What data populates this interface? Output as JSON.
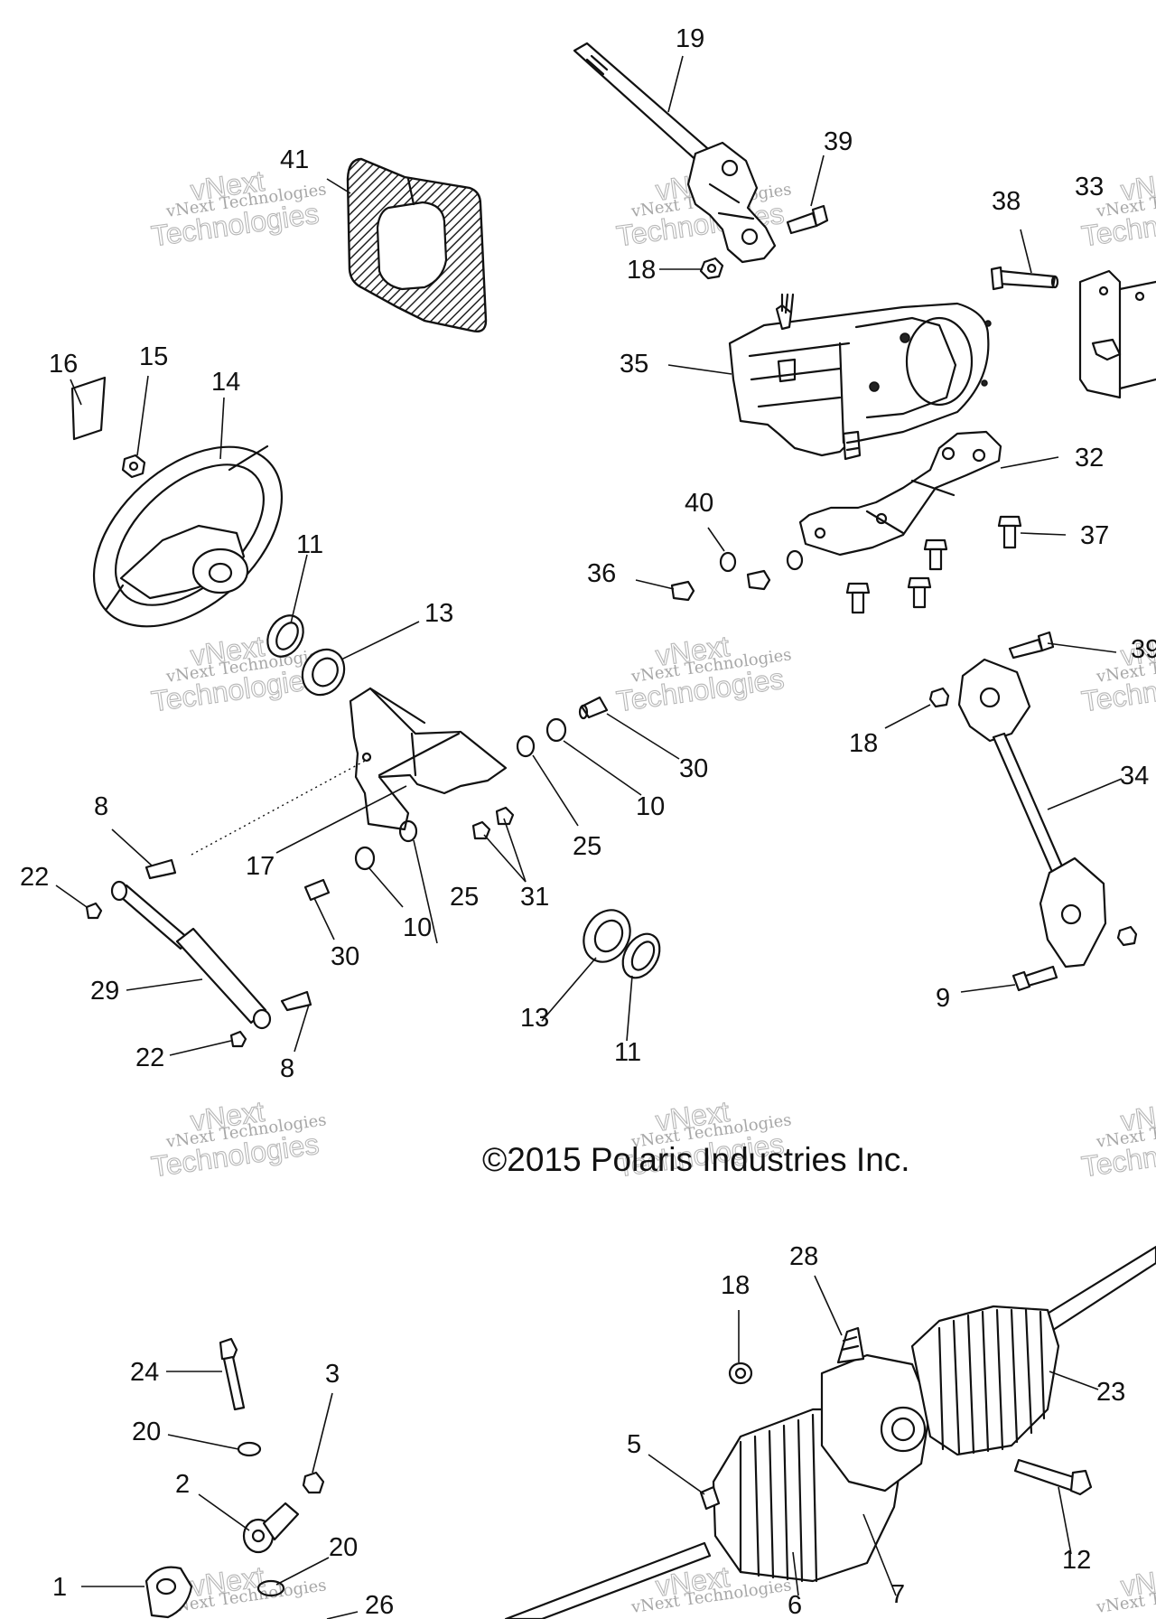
{
  "copyright": "©2015 Polaris Industries Inc.",
  "watermark": {
    "line1": "vNext Technologies",
    "logo_line_a": "vNext",
    "logo_line_b": "Technologies"
  },
  "callouts": {
    "c1": "1",
    "c2": "2",
    "c3": "3",
    "c5": "5",
    "c6": "6",
    "c7": "7",
    "c8a": "8",
    "c8b": "8",
    "c9": "9",
    "c10a": "10",
    "c10b": "10",
    "c11a": "11",
    "c11b": "11",
    "c12": "12",
    "c13a": "13",
    "c13b": "13",
    "c14": "14",
    "c15": "15",
    "c16": "16",
    "c17": "17",
    "c18a": "18",
    "c18b": "18",
    "c18c": "18",
    "c19": "19",
    "c20a": "20",
    "c20b": "20",
    "c22a": "22",
    "c22b": "22",
    "c23": "23",
    "c24": "24",
    "c25a": "25",
    "c25b": "25",
    "c26": "26",
    "c28": "28",
    "c29": "29",
    "c30a": "30",
    "c30b": "30",
    "c31": "31",
    "c32": "32",
    "c33": "33",
    "c34": "34",
    "c35": "35",
    "c36": "36",
    "c37": "37",
    "c38": "38",
    "c39a": "39",
    "c39b": "39",
    "c40": "40",
    "c41": "41"
  },
  "colors": {
    "line": "#111111",
    "watermark": "#999999",
    "background": "#ffffff"
  }
}
